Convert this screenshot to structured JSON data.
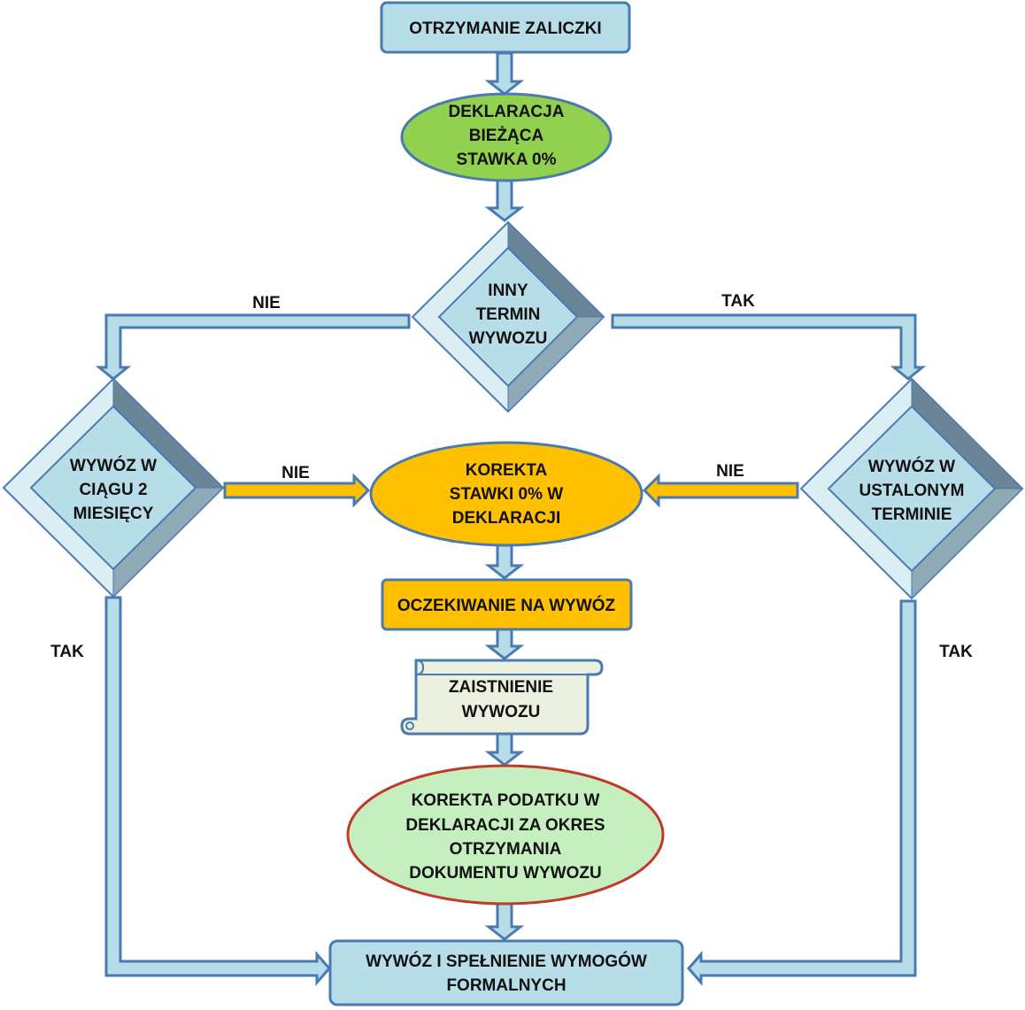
{
  "nodes": {
    "otrzymanie": {
      "lines": [
        "OTRZYMANIE ZALICZKI"
      ]
    },
    "deklaracja": {
      "lines": [
        "DEKLARACJA",
        "BIEŻĄCA",
        "STAWKA 0%"
      ]
    },
    "inny_termin": {
      "lines": [
        "INNY",
        "TERMIN",
        "WYWOZU"
      ]
    },
    "wywoz_2m": {
      "lines": [
        "WYWÓZ W",
        "CIĄGU 2",
        "MIESIĘCY"
      ]
    },
    "wywoz_ustalony": {
      "lines": [
        "WYWÓZ W",
        "USTALONYM",
        "TERMINIE"
      ]
    },
    "korekta_stawki": {
      "lines": [
        "KOREKTA",
        "STAWKI 0% W",
        "DEKLARACJI"
      ]
    },
    "oczekiwanie": {
      "lines": [
        "OCZEKIWANIE NA WYWÓZ"
      ]
    },
    "zaistnienie": {
      "lines": [
        "ZAISTNIENIE",
        "WYWOZU"
      ]
    },
    "korekta_podatku": {
      "lines": [
        "KOREKTA PODATKU W",
        "DEKLARACJI ZA OKRES",
        "OTRZYMANIA",
        "DOKUMENTU WYWOZU"
      ]
    },
    "wywoz_final": {
      "lines": [
        "WYWÓZ I SPEŁNIENIE WYMOGÓW",
        "FORMALNYCH"
      ]
    }
  },
  "edges": {
    "nie_left": "NIE",
    "tak_right": "TAK",
    "nie_mid_left": "NIE",
    "nie_mid_right": "NIE",
    "tak_left_bottom": "TAK",
    "tak_right_bottom": "TAK"
  },
  "colors": {
    "box_fill": "#b7dde8",
    "box_stroke": "#4a7ab0",
    "green_fill": "#92d050",
    "orange_fill": "#ffc000",
    "light_green_fill": "#c6efc0",
    "red_stroke": "#c0392b",
    "scroll_fill": "#ebf1de",
    "arrow_fill": "#b7dde8",
    "arrow_stroke": "#4a7ab0",
    "orange_arrow_fill": "#ffc000"
  }
}
